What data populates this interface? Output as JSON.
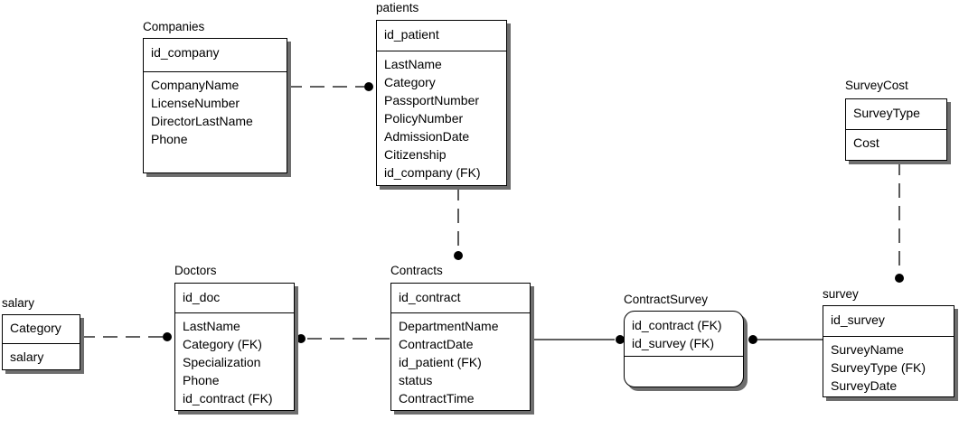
{
  "entities": {
    "companies": {
      "name": "Companies",
      "key": [
        "id_company"
      ],
      "attributes": [
        "CompanyName",
        "LicenseNumber",
        "DirectorLastName",
        "Phone"
      ]
    },
    "patients": {
      "name": "patients",
      "key": [
        "id_patient"
      ],
      "attributes": [
        "LastName",
        "Category",
        "PassportNumber",
        "PolicyNumber",
        "AdmissionDate",
        "Citizenship",
        "id_company (FK)"
      ]
    },
    "survey_cost": {
      "name": "SurveyCost",
      "key": [
        "SurveyType"
      ],
      "attributes": [
        "Cost"
      ]
    },
    "salary": {
      "name": "salary",
      "key": [
        "Category"
      ],
      "attributes": [
        "salary"
      ]
    },
    "doctors": {
      "name": "Doctors",
      "key": [
        "id_doc"
      ],
      "attributes": [
        "LastName",
        "Category (FK)",
        "Specialization",
        "Phone",
        "id_contract (FK)"
      ]
    },
    "contracts": {
      "name": "Contracts",
      "key": [
        "id_contract"
      ],
      "attributes": [
        "DepartmentName",
        "ContractDate",
        "id_patient (FK)",
        "status",
        "ContractTime"
      ]
    },
    "contract_survey": {
      "name": "ContractSurvey",
      "key": [
        "id_contract (FK)",
        "id_survey (FK)"
      ],
      "attributes": []
    },
    "survey": {
      "name": "survey",
      "key": [
        "id_survey"
      ],
      "attributes": [
        "SurveyName",
        "SurveyType (FK)",
        "SurveyDate"
      ]
    }
  },
  "relationships": [
    {
      "parent": "Companies",
      "child": "patients",
      "style": "dashed"
    },
    {
      "parent": "patients",
      "child": "Contracts",
      "style": "dashed"
    },
    {
      "parent": "salary",
      "child": "Doctors",
      "style": "dashed"
    },
    {
      "parent": "Contracts",
      "child": "Doctors",
      "style": "dashed"
    },
    {
      "parent": "Contracts",
      "child": "ContractSurvey",
      "style": "solid"
    },
    {
      "parent": "survey",
      "child": "ContractSurvey",
      "style": "solid"
    },
    {
      "parent": "SurveyCost",
      "child": "survey",
      "style": "dashed"
    }
  ]
}
